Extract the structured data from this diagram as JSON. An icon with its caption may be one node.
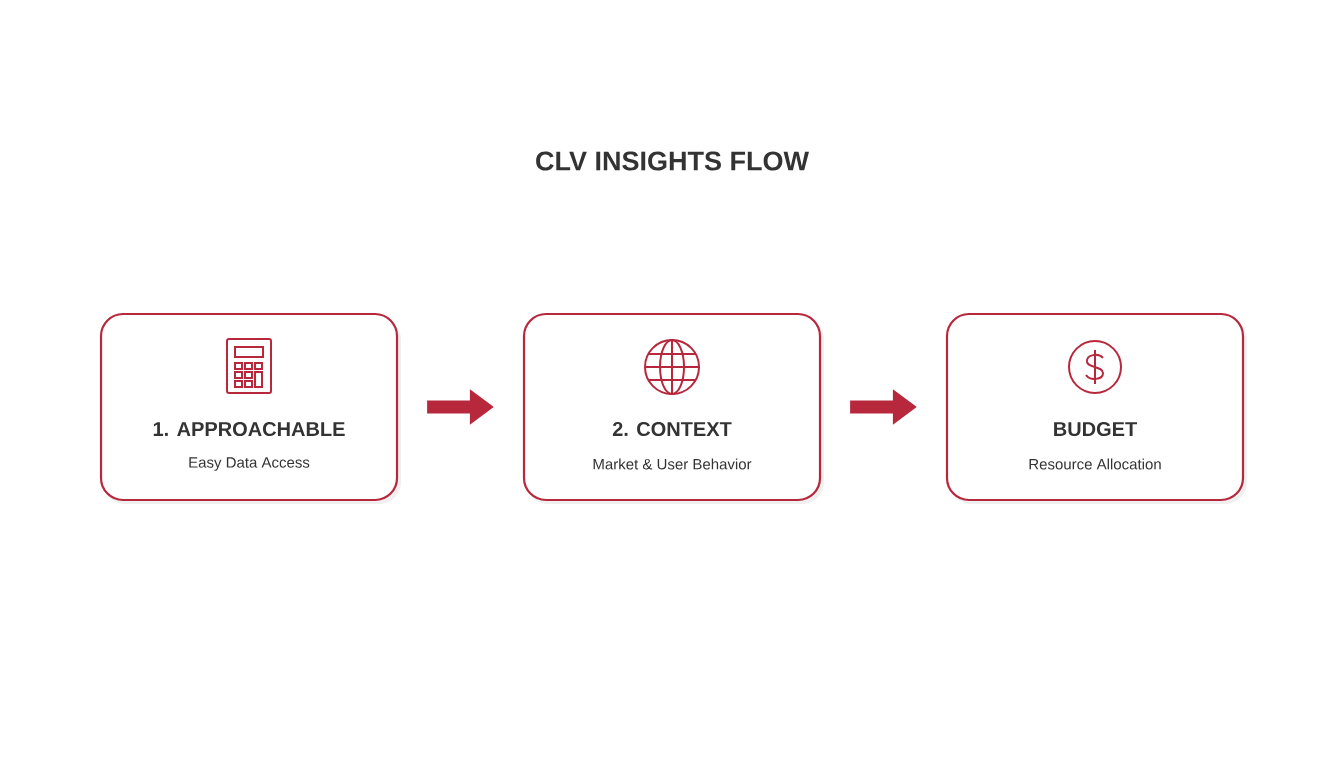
{
  "diagram": {
    "title": "CLV INSIGHTS FLOW",
    "nodes": [
      {
        "text": [
          "1. APPROACHABLE",
          "Easy Data Access"
        ]
      },
      {
        "text": [
          "2. CONTEXT",
          "Market & User Behavior"
        ]
      },
      {
        "text": [
          "BUDGET",
          "Resource Allocation"
        ]
      }
    ],
    "edges": [
      {
        "from": 0,
        "to": 1,
        "arrow": "to"
      },
      {
        "from": 1,
        "to": 2,
        "arrow": "to"
      }
    ]
  }
}
